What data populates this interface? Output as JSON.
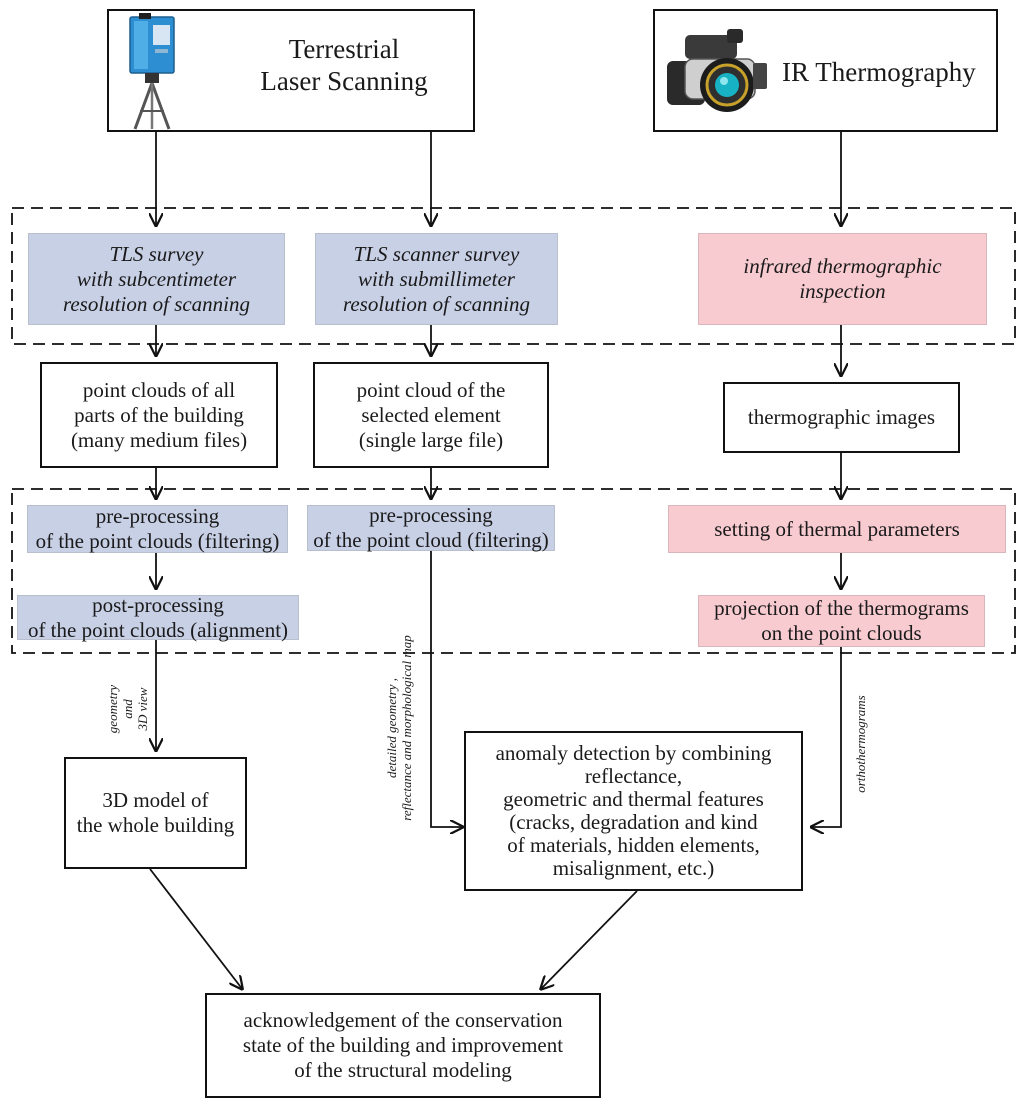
{
  "tls_box": {
    "title": "Terrestrial\nLaser Scanning",
    "icon": "laser-scanner-icon"
  },
  "ir_box": {
    "title": "IR Thermography",
    "icon": "thermal-camera-icon"
  },
  "survey": {
    "subcm": "TLS survey\nwith subcentimeter\nresolution of scanning",
    "submm": "TLS scanner survey\nwith submillimeter\nresolution of  scanning",
    "ir": "infrared thermographic\ninspection"
  },
  "outputs": {
    "all_parts": "point clouds of all\nparts of the building\n(many medium files)",
    "selected": "point cloud of the\nselected element\n(single large file)",
    "thermo_images": "thermographic images"
  },
  "processing": {
    "pre_clouds": "pre-processing\nof the point clouds (filtering)",
    "post_clouds": "post-processing\nof the point clouds (alignment)",
    "pre_cloud": "pre-processing\nof the point cloud (filtering)",
    "thermal_params": "setting of  thermal parameters",
    "projection": "projection of the thermograms\non the point clouds"
  },
  "results": {
    "model": "3D model of\nthe whole building",
    "anomaly": "anomaly detection by combining\nreflectance,\ngeometric and thermal features\n(cracks, degradation and kind\nof materials,  hidden elements,\nmisalignment, etc.)",
    "final": "acknowledgement of the conservation\nstate of the building and improvement\nof the structural modeling"
  },
  "edge_labels": {
    "geometry": "geometry\nand\n3D view",
    "detailed": "detailed geometry ,\nreflectance and morphological map",
    "ortho": "orthothermograms"
  },
  "colors": {
    "survey_blue": "#c8d0e6",
    "thermal_pink": "#f8cbd1",
    "line": "#111111"
  }
}
